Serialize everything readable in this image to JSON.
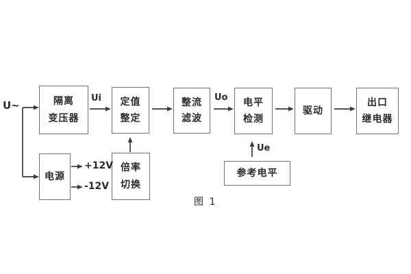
{
  "figure": {
    "caption": "图 1",
    "input_label": "U~",
    "signal_labels": {
      "ui": "Ui",
      "uo": "Uo",
      "ue": "Ue"
    },
    "power_labels": {
      "v_pos": "+12V",
      "v_neg": "-12V"
    },
    "blocks": {
      "isolation_transformer": {
        "line1": "隔离",
        "line2": "变压器"
      },
      "setpoint_adjust": {
        "line1": "定值",
        "line2": "整定"
      },
      "rectifier_filter": {
        "line1": "整流",
        "line2": "滤波"
      },
      "level_detector": {
        "line1": "电平",
        "line2": "检测"
      },
      "driver": {
        "label": "驱动"
      },
      "output_relay": {
        "line1": "出口",
        "line2": "继电器"
      },
      "power_supply": {
        "label": "电源"
      },
      "ratio_switch": {
        "line1": "倍率",
        "line2": "切换"
      },
      "reference_level": {
        "label": "参考电平"
      }
    },
    "colors": {
      "background": "#ffffff",
      "wire": "#3a3a3a",
      "block_border": "#707070",
      "text": "#2b2b2b"
    }
  }
}
